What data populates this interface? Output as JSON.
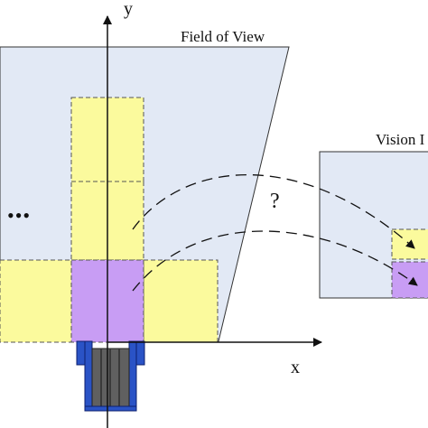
{
  "labels": {
    "y_axis": "y",
    "x_axis": "x",
    "field_of_view": "Field of View",
    "vision_panel": "Vision I",
    "question": "?",
    "ellipsis": "•••"
  },
  "colors": {
    "background": "#ffffff",
    "field_fill": "#e2e9f5",
    "tile_yellow": "#fbfa9d",
    "tile_purple": "#c89df4",
    "stroke": "#333333",
    "camera_blue": "#2a53c6",
    "camera_gray": "#606060"
  }
}
